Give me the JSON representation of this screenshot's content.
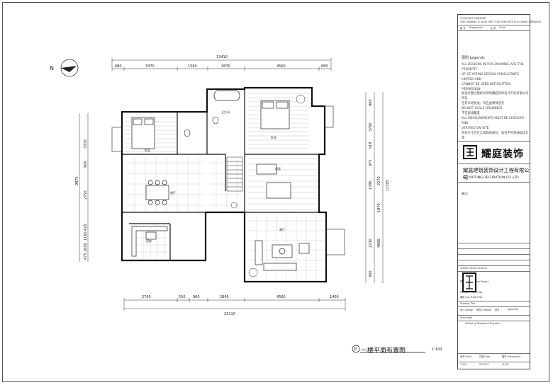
{
  "compass_label": "N",
  "drawing": {
    "title": "一楼平面布置图",
    "scale": "1:100",
    "badge": "P"
  },
  "dims": {
    "top_total": "13410",
    "top": [
      "680",
      "3370",
      "1560",
      "3870",
      "4560",
      "680"
    ],
    "bottom_total": "23110",
    "bottom": [
      "2760",
      "550",
      "960",
      "2840",
      "4560",
      "1400"
    ],
    "left_total": "9875",
    "left": [
      "3370",
      "900",
      "2750",
      "420",
      "1160",
      "2600",
      "475"
    ],
    "right_total": "11305",
    "right_a": [
      "900",
      "3700",
      "918",
      "975",
      "1395",
      "2230",
      "900"
    ],
    "right_b": [
      "2270",
      "1870",
      "4800"
    ]
  },
  "rooms": {
    "master_bedroom": "卧室",
    "bedroom2": "卧室",
    "bathroom": "卫生间",
    "living": "客厅",
    "dining": "餐厅",
    "kitchen": "厨房",
    "tv": "起居"
  },
  "title_block": {
    "header_lines": [
      "COPYRIGHT RESERVED",
      "THIS DRAWING IS VALID ONLY TOGETHER WITH FOLLOWING DRAWINGS"
    ],
    "rows_small": [
      "图 号",
      "Drawing No.",
      "比 例",
      "Scale"
    ],
    "legend_title": "图例 Legends",
    "legend_lines": [
      "ALL DESIGNS IN THIS DRAWING ARE THE PROPERTY",
      "OF SZ YOTING DESIGN CONSULTANTS LIMITED AND",
      "CANNOT BE USED WITHOUTTEN PERMISSION",
      "此设计图之版权为深圳耀庭装饰设计工程有限公司所有",
      "任何未经批准，均应由律师追究",
      "DO NOT SCALE DRAWINGS",
      "不可直接量度",
      "ALL MEASUREMENTS MUST BE CHECKED AND",
      "VERIFIED ON SITE.",
      "所有尺寸应在工地现场核对，如有不符请通知设计师"
    ],
    "brand_cn": "耀庭装饰",
    "company_cn": "耀庭建筑装饰设计工程有限公司",
    "company_en": "KS YAOTING DECORATION CO.,LTD",
    "client_label": "备注:",
    "project_rows": [
      "CLIENT  Name of Project",
      "项目  Name of Sub-Project",
      "PROJECT  Project No.",
      "图纸  Sub-Project No."
    ],
    "bottom_rows": [
      "设计 Design",
      "审核 Checked",
      "校对",
      "Approved",
      "Drawing Title",
      "Scale Date",
      "Sealed by Registered Engineer",
      "比例 Scale",
      "日期 Date",
      "图号 Drawing No.",
      "1:100",
      "2011.03",
      "CH-01"
    ]
  }
}
